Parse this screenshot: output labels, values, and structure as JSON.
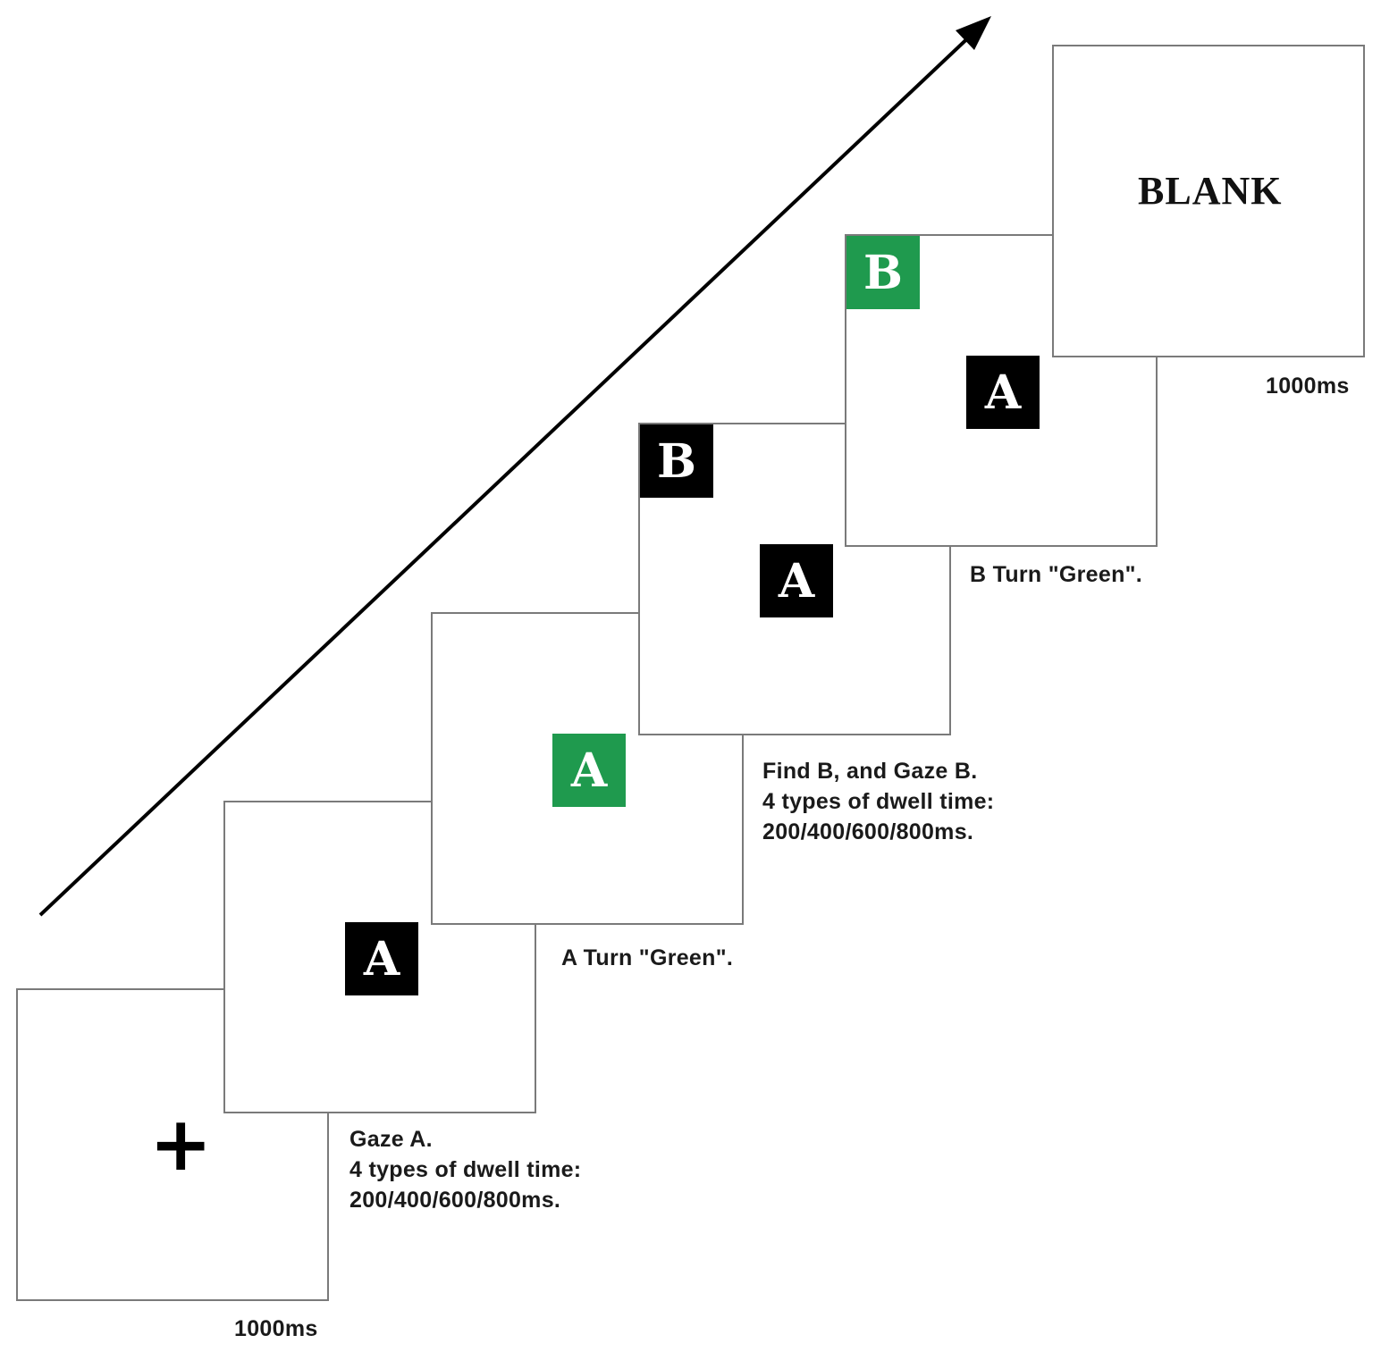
{
  "colors": {
    "black": "#000000",
    "green": "#1f9a4e",
    "frame_border": "#7a7a7a"
  },
  "icons": {
    "fixation": "fixation-cross-icon",
    "arrow": "time-arrow-icon"
  },
  "frames": {
    "fixation": {
      "symbol": "+"
    },
    "gaze_a": {
      "stimulus": "A"
    },
    "a_green": {
      "stimulus": "A"
    },
    "find_b": {
      "stimulus_b": "B",
      "stimulus_a": "A"
    },
    "b_green": {
      "stimulus_b": "B",
      "stimulus_a": "A"
    },
    "blank": {
      "text": "BLANK"
    }
  },
  "captions": {
    "fixation_duration": "1000ms",
    "gaze_a": [
      "Gaze A.",
      "4 types of dwell time:",
      "200/400/600/800ms."
    ],
    "a_green": "A Turn \"Green\".",
    "find_b": [
      "Find B, and Gaze B.",
      "4 types of dwell time:",
      "200/400/600/800ms."
    ],
    "b_green": "B Turn \"Green\".",
    "blank_duration": "1000ms"
  }
}
